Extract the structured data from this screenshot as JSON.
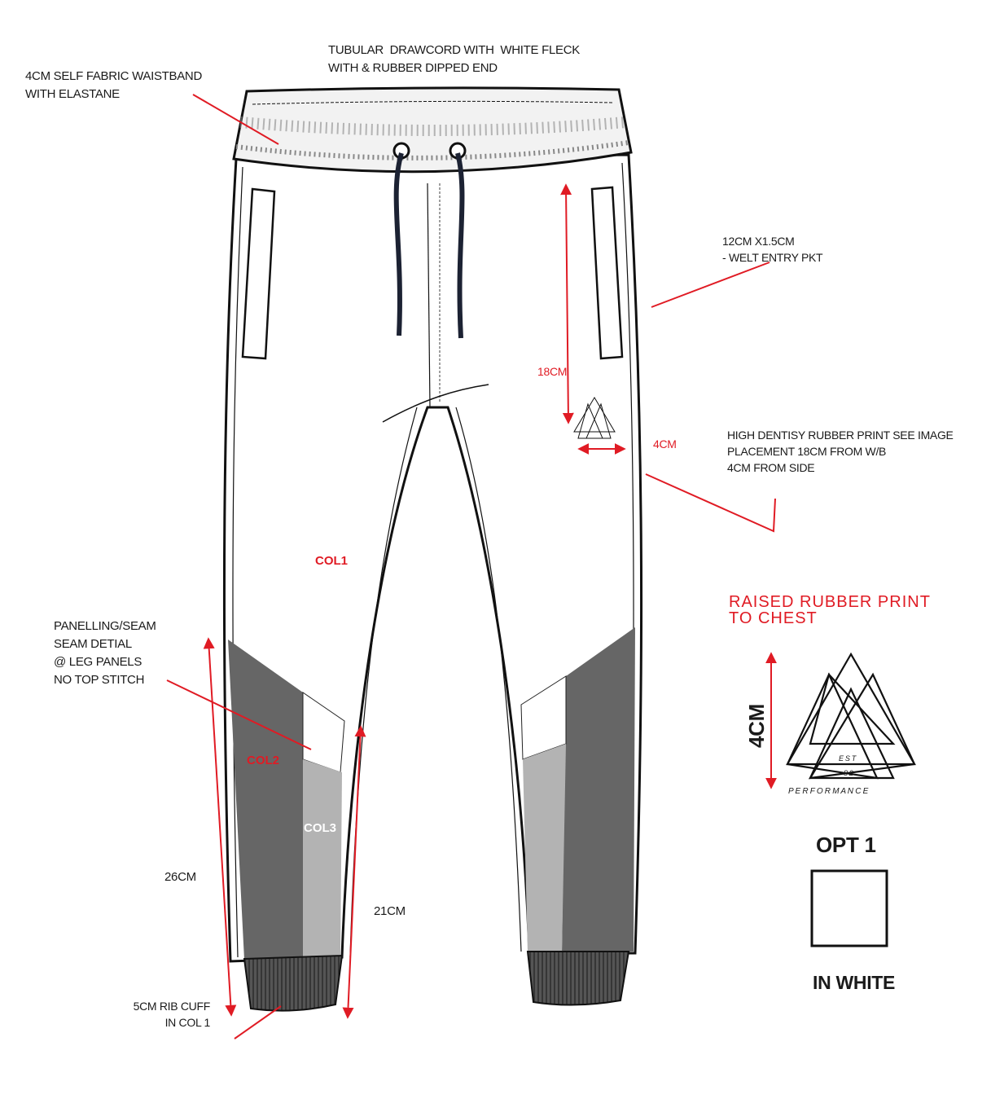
{
  "annotations": {
    "waistband": [
      "4CM SELF FABRIC WAISTBAND",
      "WITH ELASTANE"
    ],
    "drawcord": [
      "TUBULAR  DRAWCORD WITH  WHITE FLECK",
      "WITH & RUBBER DIPPED END"
    ],
    "pocket": [
      "12CM X1.5CM",
      "- WELT ENTRY PKT"
    ],
    "print": [
      "HIGH DENTISY RUBBER PRINT SEE IMAGE",
      "PLACEMENT 18CM FROM W/B",
      "4CM FROM SIDE"
    ],
    "panelling": [
      "PANELLING/SEAM",
      "SEAM DETIAL",
      "@ LEG PANELS",
      "NO TOP STITCH"
    ],
    "cuff": [
      "5CM RIB CUFF",
      "IN COL 1"
    ]
  },
  "measurements": {
    "m18": "18CM",
    "m4": "4CM",
    "m26": "26CM",
    "m21": "21CM"
  },
  "colours": {
    "col1": "COL1",
    "col2": "COL2",
    "col3": "COL3"
  },
  "logo_panel": {
    "heading": [
      "RAISED RUBBER PRINT",
      "TO CHEST"
    ],
    "size": "4CM",
    "logo_text": {
      "est": "E S T",
      "year": "8 2",
      "brand": "P E R F O R M A N C E"
    },
    "option": "OPT 1",
    "colour_label": "IN WHITE"
  },
  "palette": {
    "annotation_red": "#e01b24",
    "col2": "#666666",
    "col3": "#b3b3b3",
    "cuff": "#4d4d4d"
  }
}
